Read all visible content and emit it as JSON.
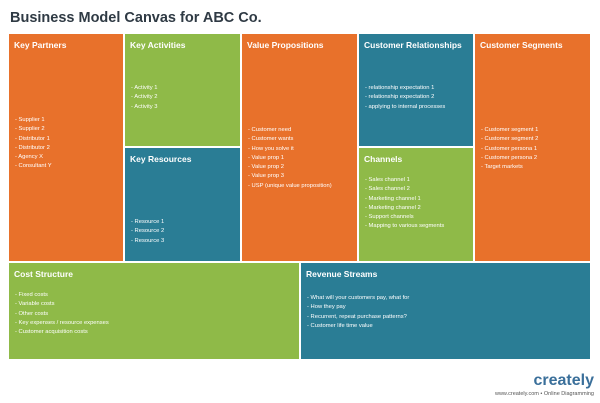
{
  "title": "Business Model Canvas for ABC Co.",
  "blocks": {
    "key_partners": {
      "header": "Key Partners",
      "items": [
        "Supplier 1",
        "Supplier 2",
        "Distributor 1",
        "Distributor 2",
        "Agency X",
        "Consultant Y"
      ]
    },
    "key_activities": {
      "header": "Key Activities",
      "items": [
        "Activity 1",
        "Activity 2",
        "Activity 3"
      ]
    },
    "key_resources": {
      "header": "Key Resources",
      "items": [
        "Resource 1",
        "Resource 2",
        "Resource 3"
      ]
    },
    "value_propositions": {
      "header": "Value Propositions",
      "items": [
        "Customer need",
        "Customer wants",
        "How you solve it",
        "Value prop 1",
        "Value prop 2",
        "Value prop 3",
        "USP (unique value proposition)"
      ]
    },
    "customer_relationships": {
      "header": "Customer Relationships",
      "items": [
        "relationship expectation 1",
        "relationship expectation 2",
        "applying to internal processes"
      ]
    },
    "channels": {
      "header": "Channels",
      "items": [
        "Sales channel 1",
        "Sales channel 2",
        "Marketing channel 1",
        "Marketing channel 2",
        "Support channels",
        "Mapping to various segments"
      ]
    },
    "customer_segments": {
      "header": "Customer Segments",
      "items": [
        "Customer segment 1",
        "Customer segment 2",
        "Customer persona 1",
        "Customer persona 2",
        "Target markets"
      ]
    },
    "cost_structure": {
      "header": "Cost Structure",
      "items": [
        "Fixed costs",
        "Variable costs",
        "Other costs",
        "Key expenses / resource expenses",
        "Customer acquisition costs"
      ]
    },
    "revenue_streams": {
      "header": "Revenue Streams",
      "items": [
        "What will your customers pay, what for",
        "How they pay",
        "Recurrent, repeat purchase patterns?",
        "Customer life time value"
      ]
    }
  },
  "brand": {
    "logo": "creately",
    "tagline": "www.creately.com • Online Diagramming"
  },
  "colors": {
    "orange": "#e8712b",
    "green": "#8fba48",
    "teal": "#2a7d95"
  }
}
